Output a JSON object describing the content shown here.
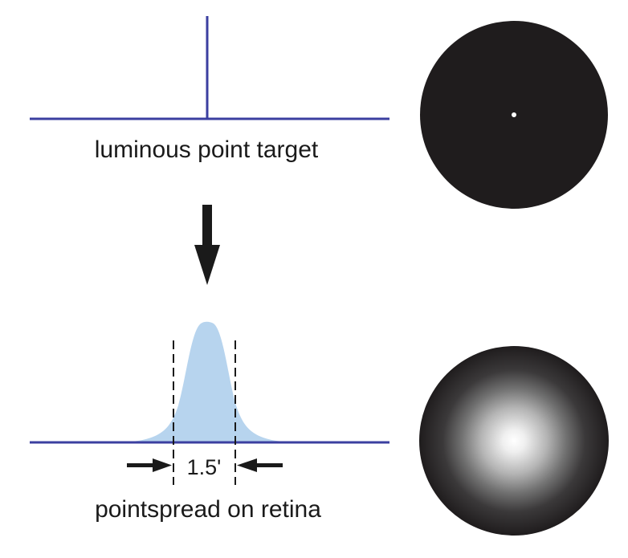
{
  "labels": {
    "top_caption": "luminous point target",
    "bottom_caption": "pointspread on retina",
    "width_value": "1.5'"
  },
  "colors": {
    "axis_line": "#3b3fa0",
    "curve_fill": "#b7d4ee",
    "disc_dark": "#1f1c1d",
    "point_white": "#ffffff",
    "text": "#1a1a1a"
  },
  "icons": {
    "down_arrow": "down-arrow-icon",
    "left_pointer": "right-pointing-arrow-icon",
    "right_pointer": "left-pointing-arrow-icon"
  }
}
